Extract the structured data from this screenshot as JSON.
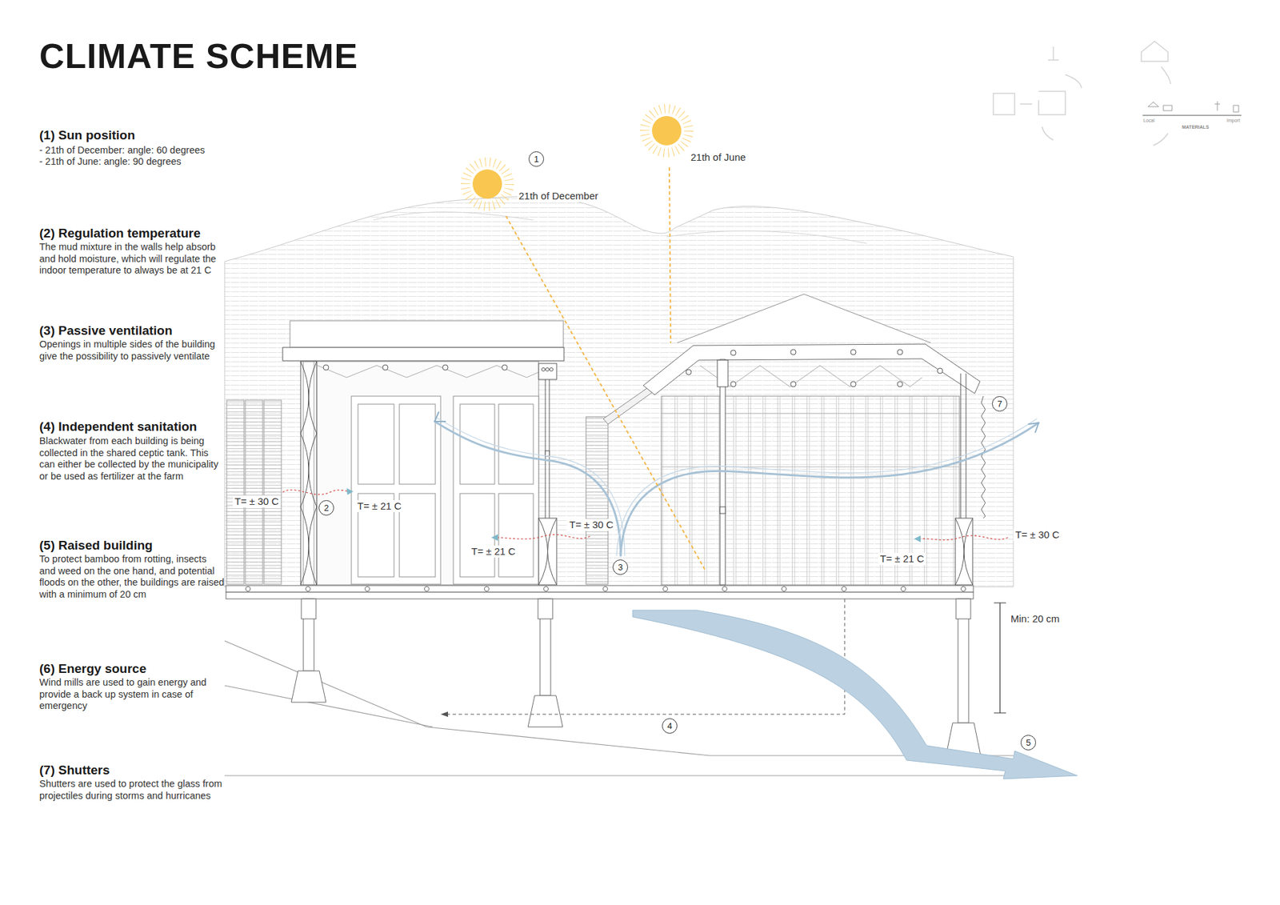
{
  "diagram": {
    "title": "CLIMATE SCHEME",
    "labels": [
      "(1) Sun position",
      "- 21th of December: angle: 60 degrees",
      "- 21th of June: angle: 90 degrees",
      "(2) Regulation temperature",
      "The mud mixture in the walls help absorb and hold moisture, which will regulate the indoor temperature to always be at 21 C",
      "(3) Passive ventilation",
      "Openings in multiple sides of the building give the possibility to passively ventilate",
      "(4) Independent sanitation",
      "Blackwater from each building is being collected in the shared ceptic tank. This can either be collected by the municipality or be used as fertilizer at the farm",
      "(5) Raised building",
      "To protect bamboo from rotting, insects and weed on the one hand, and potential floods on the other, the buildings are raised with a minimum of 20 cm",
      "(6) Energy source",
      "Wind mills are used to gain energy and provide a back up system in case of emergency",
      "(7) Shutters",
      "Shutters are used to protect the glass from projectiles during storms and hurricanes",
      "1",
      "21th of December",
      "21th of June",
      "T= ± 30 C",
      "2",
      "T= ± 21 C",
      "T= ± 30 C",
      "T= ± 21 C",
      "3",
      "7",
      "T= ± 30 C",
      "T= ± 21 C",
      "Min: 20 cm",
      "4",
      "5",
      "Local",
      "MATERIALS",
      "Import"
    ]
  }
}
